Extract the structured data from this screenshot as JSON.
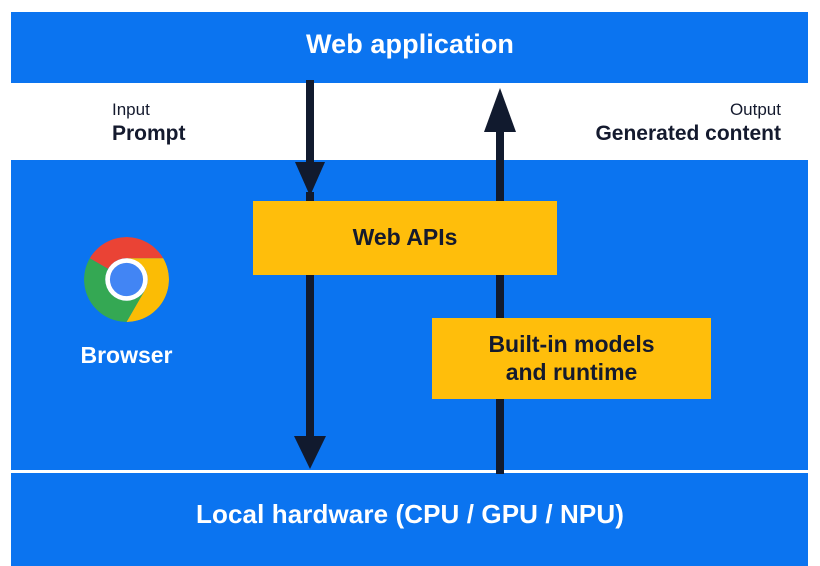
{
  "diagram": {
    "colors": {
      "band_blue": "#0b74f0",
      "box_yellow": "#ffbe0b",
      "ink": "#141a2e",
      "white": "#ffffff"
    },
    "bands": {
      "web_application": "Web application",
      "local_hardware": "Local hardware (CPU / GPU / NPU)"
    },
    "edge_labels": {
      "input": {
        "kind": "Input",
        "value": "Prompt"
      },
      "output": {
        "kind": "Output",
        "value": "Generated content"
      }
    },
    "boxes": {
      "web_apis": "Web APIs",
      "builtin_models": "Built-in models\nand runtime"
    },
    "browser": {
      "label": "Browser",
      "logo": "chrome-logo"
    },
    "arrows": {
      "input_arrow": "down-arrow",
      "output_arrow": "up-arrow"
    }
  }
}
